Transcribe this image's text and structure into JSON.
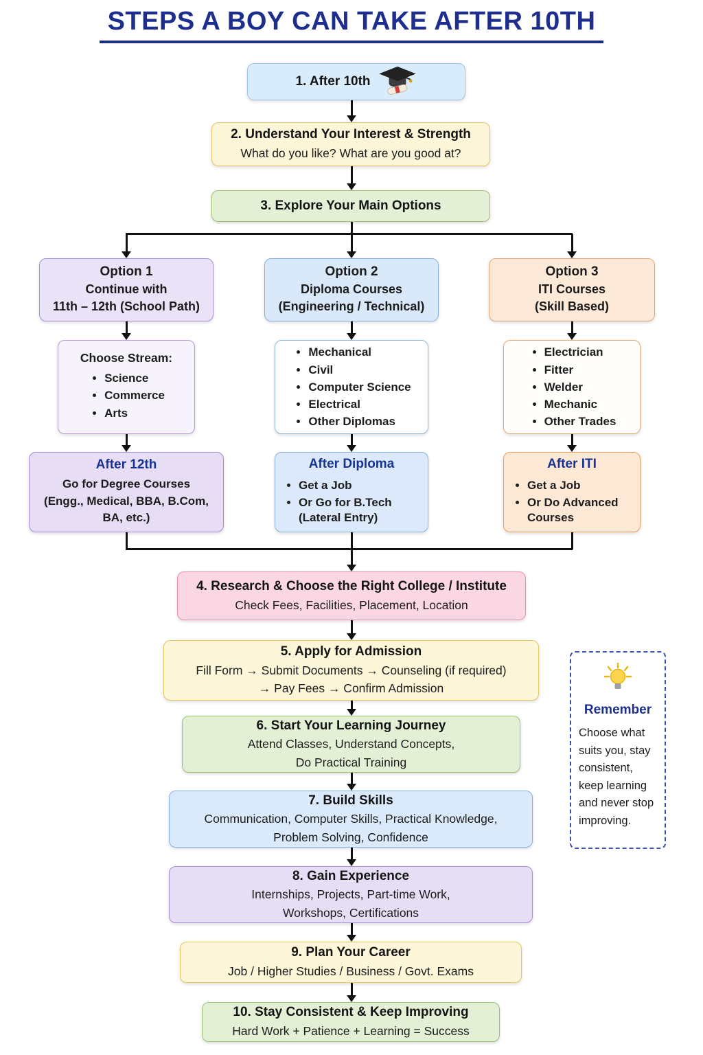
{
  "title": "STEPS A BOY CAN TAKE AFTER 10TH",
  "step1": {
    "label": "1. After 10th",
    "icon": "graduation-cap"
  },
  "step2": {
    "title": "2. Understand Your Interest & Strength",
    "subtitle": "What do you like? What are you good at?"
  },
  "step3": {
    "title": "3. Explore Your Main Options"
  },
  "options": [
    {
      "title": "Option 1",
      "line1": "Continue with",
      "line2": "11th – 12th (School Path)",
      "list_title": "Choose Stream:",
      "list_items": [
        "Science",
        "Commerce",
        "Arts"
      ],
      "after_title": "After 12th",
      "after_lines": [
        "Go for Degree Courses",
        "(Engg., Medical, BBA, B.Com,",
        "BA, etc.)"
      ]
    },
    {
      "title": "Option 2",
      "line1": "Diploma Courses",
      "line2": "(Engineering / Technical)",
      "list_items": [
        "Mechanical",
        "Civil",
        "Computer Science",
        "Electrical",
        "Other Diplomas"
      ],
      "after_title": "After Diploma",
      "after_bullets": [
        "Get a Job",
        "Or Go for B.Tech (Lateral Entry)"
      ]
    },
    {
      "title": "Option 3",
      "line1": "ITI Courses",
      "line2": "(Skill Based)",
      "list_items": [
        "Electrician",
        "Fitter",
        "Welder",
        "Mechanic",
        "Other Trades"
      ],
      "after_title": "After ITI",
      "after_bullets": [
        "Get a Job",
        "Or Do Advanced Courses"
      ]
    }
  ],
  "step4": {
    "title": "4. Research & Choose the Right College / Institute",
    "subtitle": "Check Fees, Facilities, Placement, Location"
  },
  "step5": {
    "title": "5. Apply for Admission",
    "line1": "Fill Form → Submit Documents → Counseling (if required)",
    "line2": "→ Pay Fees → Confirm Admission"
  },
  "step6": {
    "title": "6. Start Your Learning Journey",
    "line1": "Attend Classes, Understand Concepts,",
    "line2": "Do Practical Training"
  },
  "step7": {
    "title": "7. Build Skills",
    "line1": "Communication, Computer Skills, Practical Knowledge,",
    "line2": "Problem Solving, Confidence"
  },
  "step8": {
    "title": "8. Gain Experience",
    "line1": "Internships, Projects, Part-time Work,",
    "line2": "Workshops, Certifications"
  },
  "step9": {
    "title": "9. Plan Your Career",
    "subtitle": "Job / Higher Studies / Business / Govt. Exams"
  },
  "step10": {
    "title": "10. Stay Consistent & Keep Improving",
    "subtitle": "Hard Work + Patience + Learning = Success"
  },
  "remember": {
    "icon": "lightbulb",
    "title": "Remember",
    "text": "Choose what suits you, stay consistent, keep learning and never stop improving."
  }
}
